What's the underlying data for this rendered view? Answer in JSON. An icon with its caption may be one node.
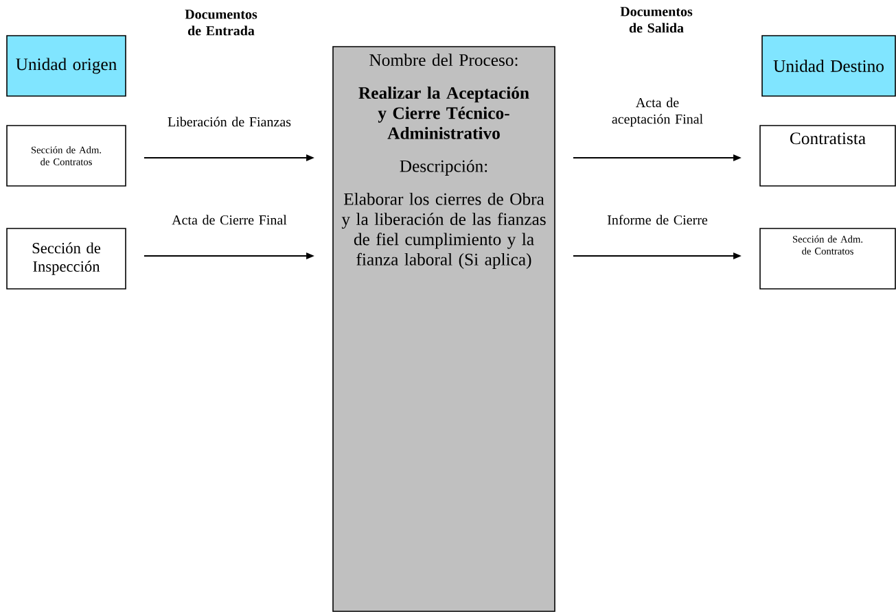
{
  "diagram": {
    "nodes": [
      {
        "text": [
          "Unidad origen"
        ]
      },
      {
        "text": [
          "Sección de Adm. de Contratos"
        ]
      },
      {
        "text": [
          "Sección de Inspección"
        ]
      },
      {
        "text": [
          "Nombre del Proceso:",
          "Realizar la Aceptación y Cierre Técnico-Administrativo",
          "Descripción:",
          "Elaborar los cierres de Obra y la liberación de las fianzas de fiel cumplimiento y la fianza laboral (Si aplica)"
        ]
      },
      {
        "text": [
          "Unidad Destino"
        ]
      },
      {
        "text": [
          "Contratista"
        ]
      },
      {
        "text": [
          "Sección de Adm. de Contratos"
        ]
      }
    ],
    "edges": [
      {
        "from": 1,
        "to": 3,
        "arrow": "to",
        "label": "Liberación de Fianzas"
      },
      {
        "from": 2,
        "to": 3,
        "arrow": "to",
        "label": "Acta de Cierre Final"
      },
      {
        "from": 3,
        "to": 5,
        "arrow": "to",
        "label": "Acta de aceptación Final"
      },
      {
        "from": 3,
        "to": 6,
        "arrow": "to",
        "label": "Informe de Cierre"
      }
    ],
    "labels": [
      "Documentos de Entrada",
      "Documentos de Salida"
    ]
  }
}
